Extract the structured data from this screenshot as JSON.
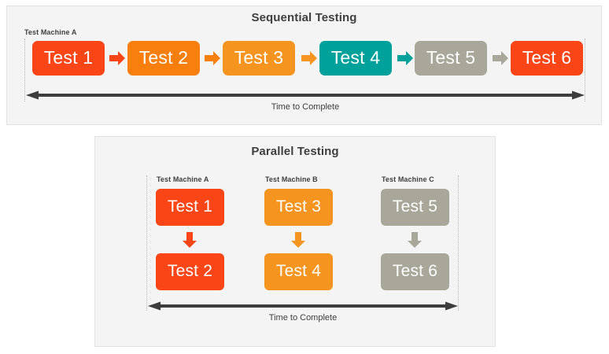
{
  "colors": {
    "panel_background": "#f4f4f4",
    "panel_border": "#e2e2e2",
    "title_text": "#3f3f3f",
    "rail": "#b7b7b7",
    "axis": "#3d3d3d",
    "test1": "#fa4616",
    "test2": "#f97f0c",
    "test3": "#f5941f",
    "test4": "#00a19a",
    "test5": "#a8a79a",
    "test6": "#fa4616"
  },
  "sequential": {
    "title": "Sequential Testing",
    "machine_label": "Test Machine A",
    "time_label": "Time to Complete",
    "boxes": [
      {
        "label": "Test 1",
        "color": "#fa4616"
      },
      {
        "label": "Test 2",
        "color": "#f97f0c"
      },
      {
        "label": "Test 3",
        "color": "#f5941f"
      },
      {
        "label": "Test 4",
        "color": "#00a19a"
      },
      {
        "label": "Test 5",
        "color": "#a8a79a"
      },
      {
        "label": "Test 6",
        "color": "#fa4616"
      }
    ],
    "arrows": [
      {
        "color": "#fa4616"
      },
      {
        "color": "#f97f0c"
      },
      {
        "color": "#f5941f"
      },
      {
        "color": "#00a19a"
      },
      {
        "color": "#a8a79a"
      }
    ]
  },
  "parallel": {
    "title": "Parallel Testing",
    "time_label": "Time to Complete",
    "columns": [
      {
        "machine_label": "Test Machine A",
        "arrow_color": "#fa4616",
        "boxes": [
          {
            "label": "Test 1",
            "color": "#fa4616"
          },
          {
            "label": "Test 2",
            "color": "#fa4616"
          }
        ]
      },
      {
        "machine_label": "Test Machine B",
        "arrow_color": "#f5941f",
        "boxes": [
          {
            "label": "Test 3",
            "color": "#f5941f"
          },
          {
            "label": "Test 4",
            "color": "#f5941f"
          }
        ]
      },
      {
        "machine_label": "Test Machine C",
        "arrow_color": "#a8a79a",
        "boxes": [
          {
            "label": "Test 5",
            "color": "#a8a79a"
          },
          {
            "label": "Test 6",
            "color": "#a8a79a"
          }
        ]
      }
    ]
  }
}
